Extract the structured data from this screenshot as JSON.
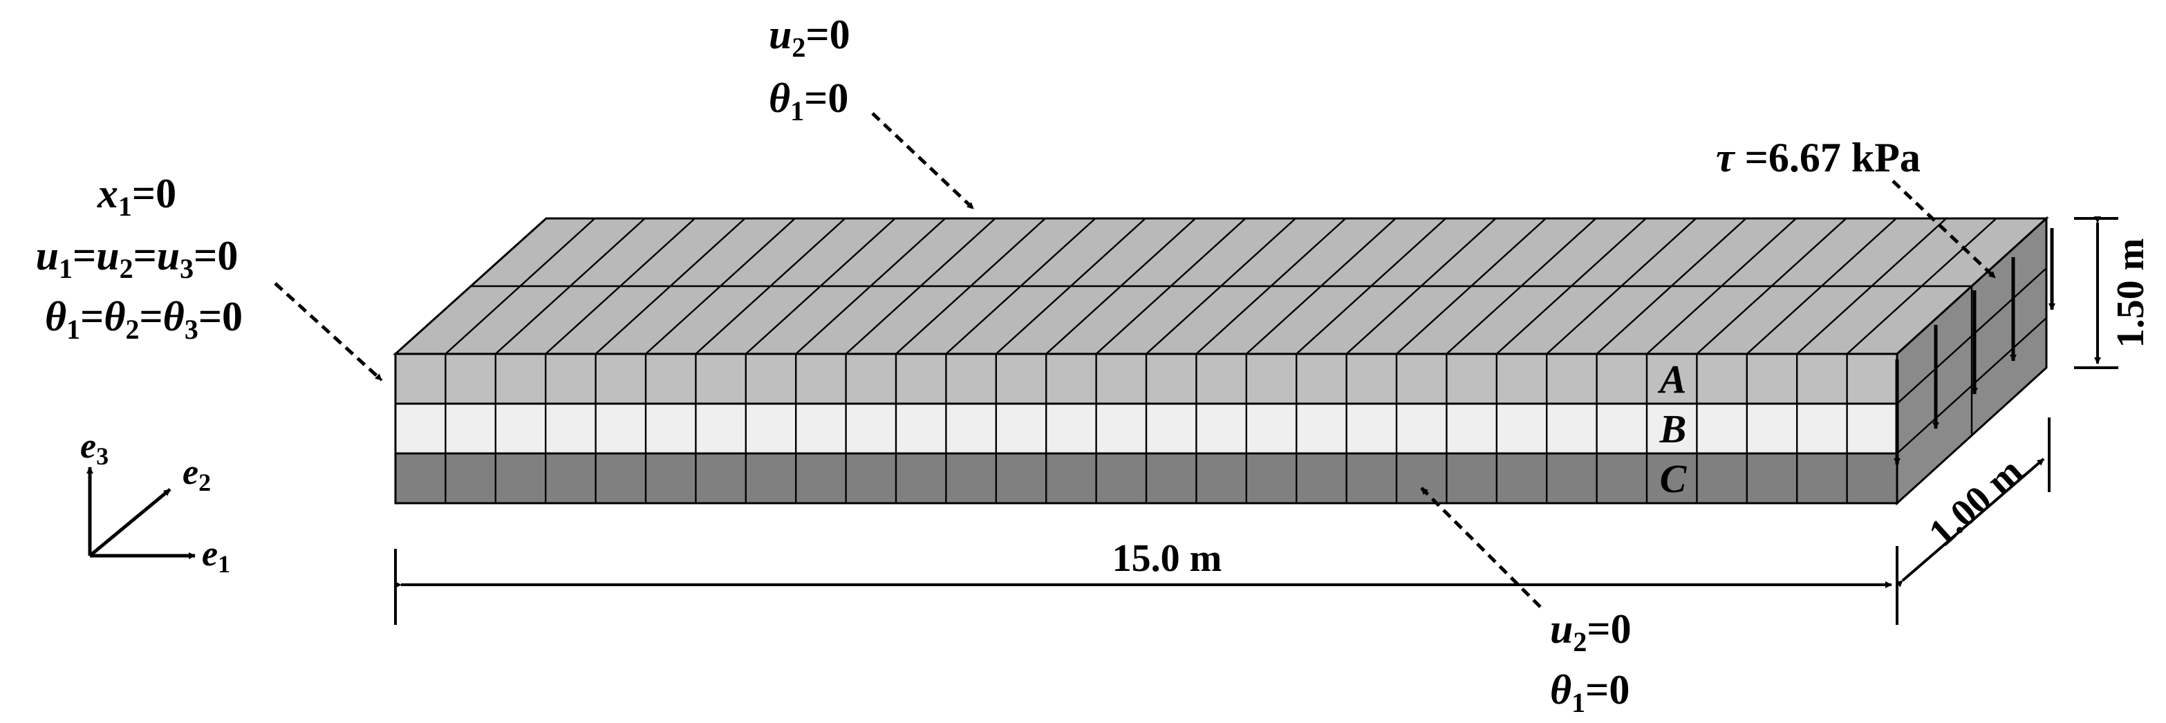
{
  "annotations": {
    "top_bc": {
      "line1": "u",
      "line1_sub": "2",
      "line1_val": "=0",
      "line2": "θ",
      "line2_sub": "1",
      "line2_val": "=0"
    },
    "left_bc": {
      "line1": {
        "var": "x",
        "sub": "1",
        "val": "=0"
      },
      "line2": {
        "parts": [
          [
            "u",
            "1"
          ],
          [
            "u",
            "2"
          ],
          [
            "u",
            "3"
          ]
        ],
        "val": "=0"
      },
      "line3": {
        "parts": [
          [
            "θ",
            "1"
          ],
          [
            "θ",
            "2"
          ],
          [
            "θ",
            "3"
          ]
        ],
        "val": "=0"
      }
    },
    "bottom_bc": {
      "line1": "u",
      "line1_sub": "2",
      "line1_val": "=0",
      "line2": "θ",
      "line2_sub": "1",
      "line2_val": "=0"
    },
    "traction": {
      "symbol": "τ",
      "value": " =6.67 kPa"
    }
  },
  "layers": [
    {
      "label": "A",
      "color": "#bfbfbf"
    },
    {
      "label": "B",
      "color": "#efefef"
    },
    {
      "label": "C",
      "color": "#808080"
    }
  ],
  "faces": {
    "top_color": "#b9b9b9",
    "side_color": "#8a8a8a"
  },
  "dimensions": {
    "length": "15.0 m",
    "width": "1.00 m",
    "height": "1.50 m"
  },
  "axes": {
    "e1": {
      "var": "e",
      "sub": "1"
    },
    "e2": {
      "var": "e",
      "sub": "2"
    },
    "e3": {
      "var": "e",
      "sub": "3"
    }
  }
}
